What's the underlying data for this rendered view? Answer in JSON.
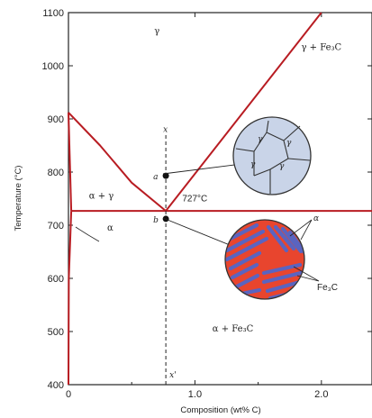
{
  "chart_data": {
    "type": "line",
    "title": "",
    "xlabel": "Composition (wt% C)",
    "ylabel": "Temperature (°C)",
    "xlim": [
      0,
      2.4
    ],
    "ylim": [
      400,
      1100
    ],
    "x_ticks": [
      {
        "value": 0,
        "label": "0"
      },
      {
        "value": 1.0,
        "label": "1.0"
      },
      {
        "value": 2.0,
        "label": "2.0"
      }
    ],
    "y_ticks": [
      {
        "value": 400,
        "label": "400"
      },
      {
        "value": 500,
        "label": "500"
      },
      {
        "value": 600,
        "label": "600"
      },
      {
        "value": 700,
        "label": "700"
      },
      {
        "value": 800,
        "label": "800"
      },
      {
        "value": 900,
        "label": "900"
      },
      {
        "value": 1000,
        "label": "1000"
      },
      {
        "value": 1100,
        "label": "1100"
      }
    ],
    "grid": false,
    "line_color": "#b81c22",
    "series": [
      {
        "points": [
          [
            0,
            912
          ],
          [
            0.25,
            850
          ],
          [
            0.5,
            780
          ],
          [
            0.77,
            727
          ]
        ]
      },
      {
        "points": [
          [
            0,
            912
          ],
          [
            0.022,
            727
          ]
        ]
      },
      {
        "points": [
          [
            0.022,
            727
          ],
          [
            0.003,
            600
          ],
          [
            0.0001,
            400
          ]
        ]
      },
      {
        "points": [
          [
            0.77,
            727
          ],
          [
            2.0,
            1100
          ]
        ]
      },
      {
        "points": [
          [
            0.022,
            727
          ],
          [
            2.4,
            727
          ]
        ]
      }
    ],
    "eutectoid_label": "727°C",
    "composition_line": {
      "x": 0.77,
      "from": 400,
      "to": 870,
      "top_label": "x",
      "bottom_label": "x'"
    },
    "points": [
      {
        "label": "a",
        "x": 0.77,
        "y": 793
      },
      {
        "label": "b",
        "x": 0.77,
        "y": 712
      }
    ],
    "phase_labels": [
      {
        "text": "γ",
        "x": 0.7,
        "y": 1060
      },
      {
        "text": "γ + Fe₃C",
        "x": 2.0,
        "y": 1030
      },
      {
        "text": "α + γ",
        "x": 0.26,
        "y": 750
      },
      {
        "text": "α + Fe₃C",
        "x": 1.3,
        "y": 500
      },
      {
        "text": "α",
        "x": 0.33,
        "y": 690
      }
    ],
    "microstructures": [
      {
        "name": "austenite",
        "grain_labels": [
          "γ",
          "γ",
          "γ",
          "γ"
        ],
        "fill": "#c9d4e8"
      },
      {
        "name": "pearlite",
        "labels": [
          "α",
          "Fe₃C"
        ],
        "colors": [
          "#e8452e",
          "#5a64c0"
        ]
      }
    ]
  }
}
